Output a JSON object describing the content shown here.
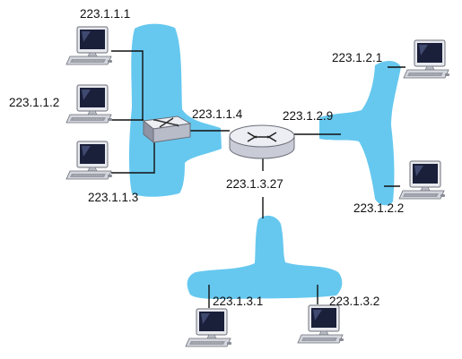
{
  "diagram": {
    "labels": {
      "h111": "223.1.1.1",
      "h112": "223.1.1.2",
      "h113": "223.1.1.3",
      "r114": "223.1.1.4",
      "r129": "223.1.2.9",
      "r1327": "223.1.3.27",
      "h121": "223.1.2.1",
      "h122": "223.1.2.2",
      "h131": "223.1.3.1",
      "h132": "223.1.3.2"
    },
    "colors": {
      "subnet": "#66c8ef",
      "line": "#111111",
      "switch_body": "#c9cbd6",
      "router_body": "#e7e8ee",
      "monitor_screen": "#1a1f3a",
      "computer_body": "#cfd1d8"
    },
    "icons": {
      "host": "desktop-computer-icon",
      "switch": "ethernet-switch-icon",
      "router": "router-icon"
    }
  }
}
